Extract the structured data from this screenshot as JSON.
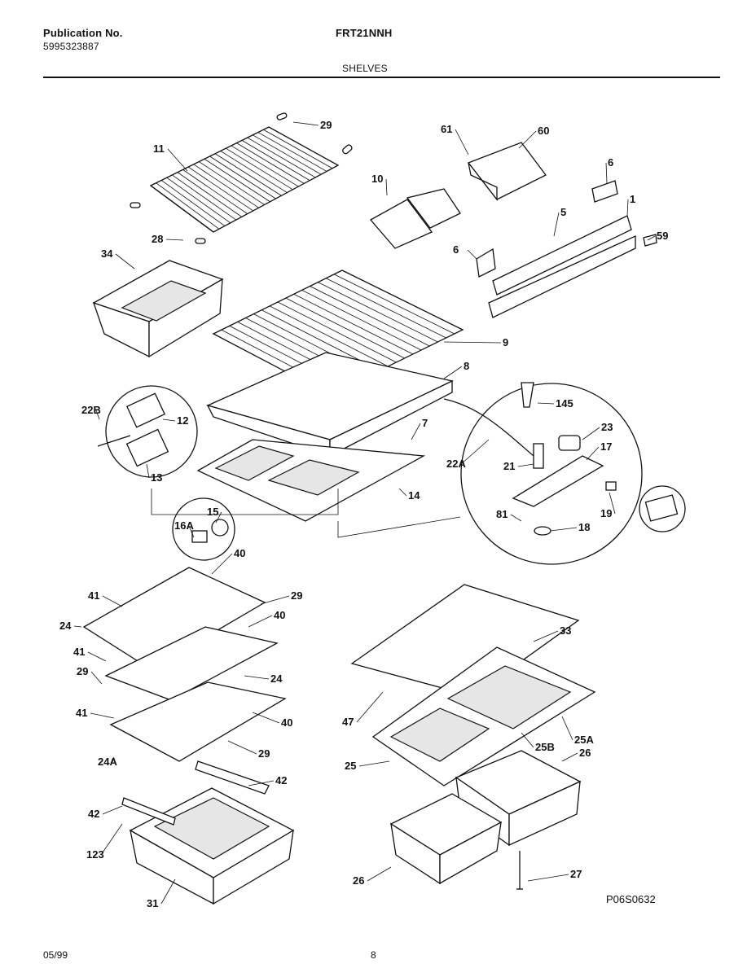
{
  "header": {
    "publication_label": "Publication No.",
    "publication_number": "5995323887",
    "model": "FRT21NNH",
    "section": "SHELVES"
  },
  "footer": {
    "date": "05/99",
    "page": "8",
    "part_code": "P06S0632"
  },
  "callouts": [
    "29",
    "11",
    "28",
    "34",
    "61",
    "60",
    "10",
    "6",
    "1",
    "5",
    "59",
    "6",
    "9",
    "8",
    "22B",
    "12",
    "13",
    "7",
    "14",
    "145",
    "22A",
    "23",
    "17",
    "21",
    "19",
    "81",
    "18",
    "15",
    "16A",
    "40",
    "41",
    "29",
    "24",
    "40",
    "41",
    "24",
    "29",
    "41",
    "40",
    "24A",
    "29",
    "42",
    "42",
    "123",
    "31",
    "33",
    "47",
    "25A",
    "25B",
    "25",
    "26",
    "26",
    "27"
  ]
}
